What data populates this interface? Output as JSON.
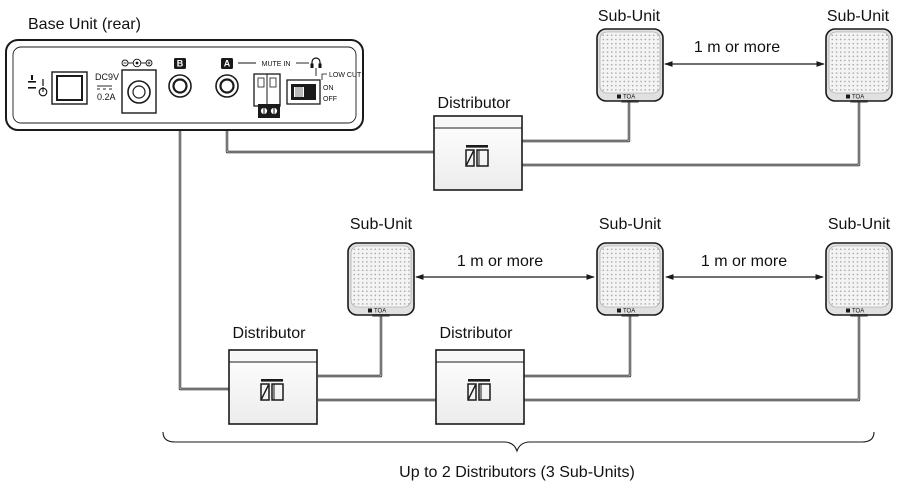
{
  "base_unit": {
    "title": "Base Unit (rear)",
    "dc_rating": "DC9V",
    "dc_current": "0.2A",
    "port_b": "B",
    "port_a": "A",
    "mute_in": "MUTE IN",
    "low_cut": "LOW CUT",
    "switch_on": "ON",
    "switch_off": "OFF"
  },
  "subunit": {
    "label": "Sub-Unit",
    "brand": "TOA"
  },
  "distributor": {
    "label": "Distributor"
  },
  "spacing": {
    "label": "1 m or more"
  },
  "footer": {
    "caption": "Up to 2 Distributors (3 Sub-Units)"
  }
}
